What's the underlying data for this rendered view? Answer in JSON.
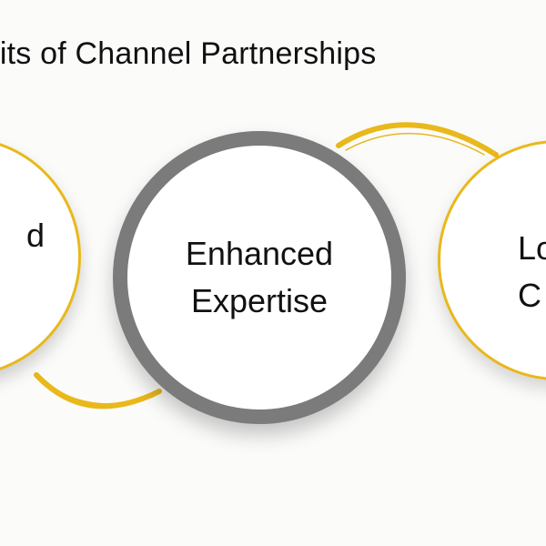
{
  "title": "nefits of Channel Partnerships",
  "colors": {
    "accent": "#e9b81b",
    "ring_gray": "#7b7b7b",
    "background": "#fbfbfa",
    "text": "#111111"
  },
  "circles": {
    "left": {
      "lines": [
        "d",
        ""
      ]
    },
    "center": {
      "lines": [
        "Enhanced",
        "Expertise"
      ]
    },
    "right": {
      "lines": [
        "Lo",
        "C"
      ]
    }
  }
}
